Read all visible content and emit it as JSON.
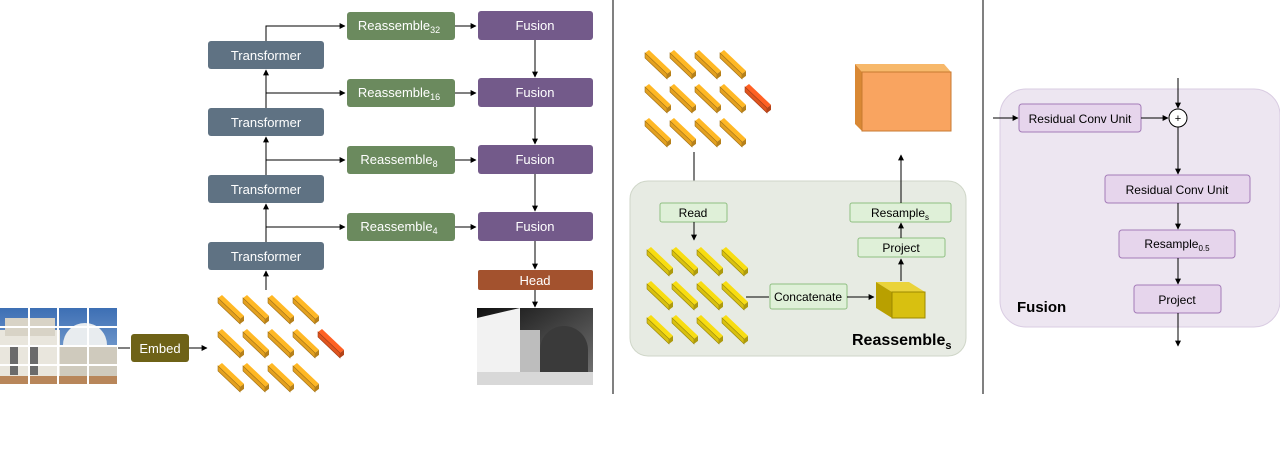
{
  "left": {
    "embed": "Embed",
    "transformers": [
      "Transformer",
      "Transformer",
      "Transformer",
      "Transformer"
    ],
    "reassemble": [
      {
        "base": "Reassemble",
        "sub": "32"
      },
      {
        "base": "Reassemble",
        "sub": "16"
      },
      {
        "base": "Reassemble",
        "sub": "8"
      },
      {
        "base": "Reassemble",
        "sub": "4"
      }
    ],
    "fusion": [
      "Fusion",
      "Fusion",
      "Fusion",
      "Fusion"
    ],
    "head": "Head"
  },
  "middle": {
    "read": "Read",
    "concatenate": "Concatenate",
    "project": "Project",
    "resample": {
      "base": "Resample",
      "sub": "s"
    },
    "panel_title": {
      "base": "Reassemble",
      "sub": "s"
    }
  },
  "right": {
    "rcu_top": "Residual Conv Unit",
    "plus": "+",
    "rcu_mid": "Residual Conv Unit",
    "resample": {
      "base": "Resample",
      "sub": "0.5"
    },
    "project": "Project",
    "panel_title": "Fusion"
  },
  "colors": {
    "transformer": "#5f7283",
    "reassemble": "#6b8a5e",
    "fusion": "#735a8a",
    "head": "#a3522e",
    "embed": "#6e6217",
    "token": "#e3a020",
    "token_special": "#e0541e",
    "token_yellow": "#d8c010",
    "green_box": "#dff0d8",
    "purple_box": "#e6d5ec",
    "panel_green": "#e7ebe3",
    "panel_purple": "#ede6f1"
  }
}
